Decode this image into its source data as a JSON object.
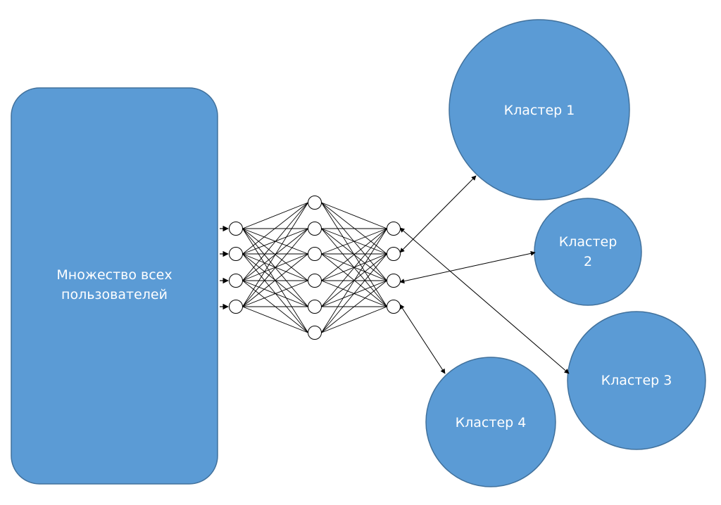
{
  "diagram": {
    "source_label_line1": "Множество всех",
    "source_label_line2": "пользователей",
    "clusters": [
      {
        "line1": "Кластер 1",
        "line2": ""
      },
      {
        "line1": "Кластер",
        "line2": "2"
      },
      {
        "line1": "Кластер 3",
        "line2": ""
      },
      {
        "line1": "Кластер 4",
        "line2": ""
      }
    ],
    "fill_color": "#5B9BD5",
    "stroke_color": "#41719C",
    "line_color": "#000000",
    "node_fill": "#ffffff"
  }
}
